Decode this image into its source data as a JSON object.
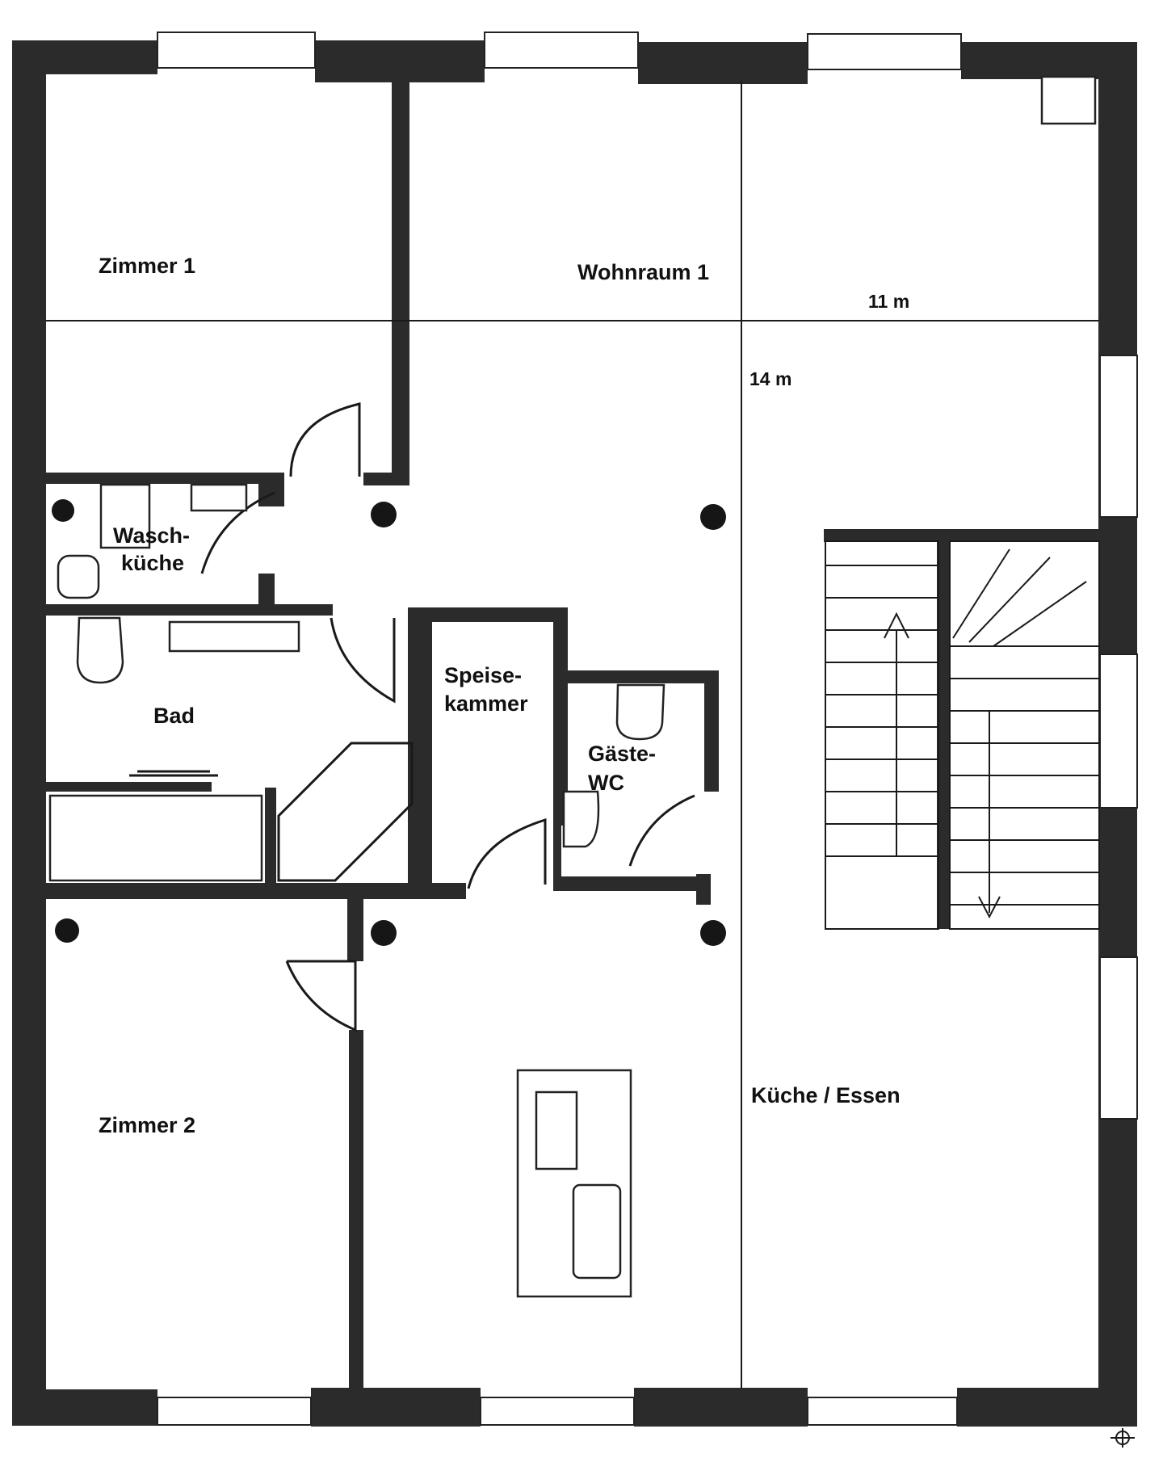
{
  "rooms": {
    "zimmer1": "Zimmer 1",
    "wohnraum1": "Wohnraum 1",
    "waschkueche_line1": "Wasch-",
    "waschkueche_line2": "küche",
    "bad": "Bad",
    "speisekammer_line1": "Speise-",
    "speisekammer_line2": "kammer",
    "gaeste_wc_line1": "Gäste-",
    "gaeste_wc_line2": "WC",
    "zimmer2": "Zimmer 2",
    "kueche_essen": "Küche / Essen"
  },
  "dimensions": {
    "width": "11 m",
    "depth": "14 m"
  }
}
